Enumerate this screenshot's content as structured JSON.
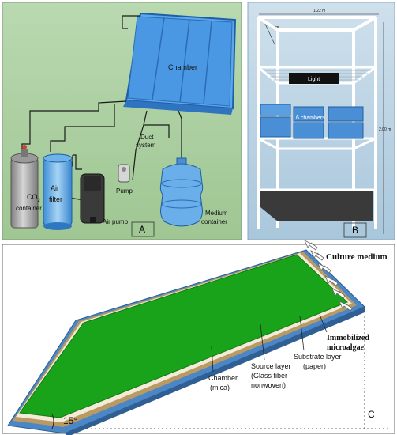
{
  "panel_a": {
    "tag": "A",
    "chamber": "Chamber",
    "duct_line1": "Duct",
    "duct_line2": "system",
    "co2_main": "CO",
    "co2_sub": "2",
    "co2_line2": "container",
    "air_filter_line1": "Air",
    "air_filter_line2": "filter",
    "pump": "Pump",
    "air_pump": "Air pump",
    "medium_line1": "Medium",
    "medium_line2": "container",
    "colors": {
      "background": "#a9cfa0",
      "chamber": "#3f8fe0",
      "container": "#5b9fe0"
    }
  },
  "panel_b": {
    "tag": "B",
    "dim_top": "1.22 m",
    "dim_depth": "1.22 m",
    "dim_height": "2.00 m",
    "light": "Light",
    "chambers": "6 chambers",
    "colors": {
      "background": "#b9d3e4",
      "frame": "#ffffff",
      "chamber": "#4a8fd6"
    }
  },
  "panel_c": {
    "tag": "C",
    "culture_medium": "Culture medium",
    "immobilized_line1": "Immobilized",
    "immobilized_line2": "microalgae",
    "substrate_line1": "Substrate layer",
    "substrate_line2": "(paper)",
    "source_line1": "Source layer",
    "source_line2": "(Glass fiber",
    "source_line3": "nonwoven)",
    "chamber_line1": "Chamber",
    "chamber_line2": "(mica)",
    "angle": "15°",
    "colors": {
      "algae": "#19a31b",
      "substrate": "#f3ead8",
      "source": "#b89a62",
      "chamber": "#4b86c6"
    }
  }
}
